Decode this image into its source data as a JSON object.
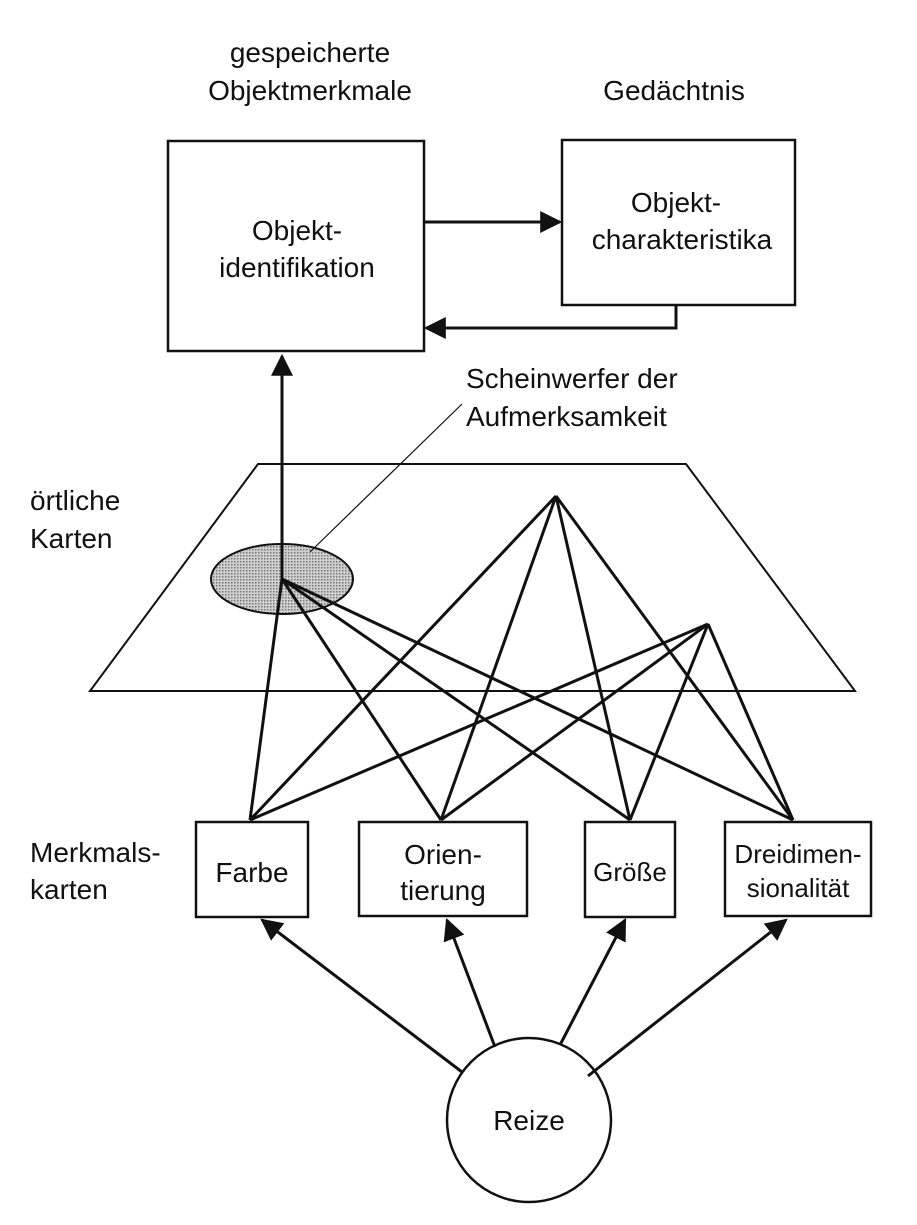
{
  "labels": {
    "stored_features_line1": "gespeicherte",
    "stored_features_line2": "Objektmerkmale",
    "memory": "Gedächtnis",
    "spotlight_line1": "Scheinwerfer der",
    "spotlight_line2": "Aufmerksamkeit",
    "location_maps_line1": "örtliche",
    "location_maps_line2": "Karten",
    "feature_maps_line1": "Merkmals-",
    "feature_maps_line2": "karten"
  },
  "boxes": {
    "identification_line1": "Objekt-",
    "identification_line2": "identifikation",
    "characteristics_line1": "Objekt-",
    "characteristics_line2": "charakteristika"
  },
  "feature_maps": {
    "color": "Farbe",
    "orientation_line1": "Orien-",
    "orientation_line2": "tierung",
    "size": "Größe",
    "depth_line1": "Dreidimen-",
    "depth_line2": "sionalität"
  },
  "stimuli": "Reize",
  "colors": {
    "ink": "#111111",
    "spotlight_fill": "#b8b8b8"
  }
}
